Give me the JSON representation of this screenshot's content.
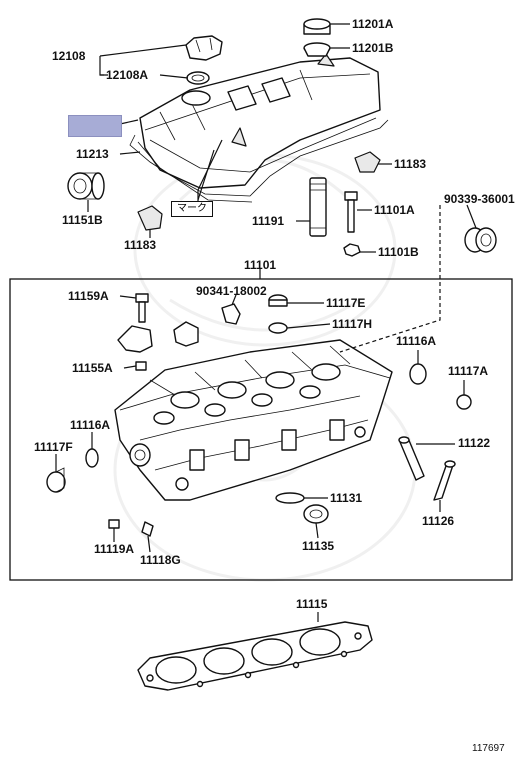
{
  "labels": {
    "p12108": "12108",
    "p12108A": "12108A",
    "p11201A": "11201A",
    "p11201B": "11201B",
    "p11213": "11213",
    "p11183_top": "11183",
    "p11151B": "11151B",
    "p11183_left": "11183",
    "p11191": "11191",
    "p11101A": "11101A",
    "p11101B": "11101B",
    "p90339": "90339-36001",
    "p11101": "11101",
    "p11159A": "11159A",
    "p90341": "90341-18002",
    "p11117E": "11117E",
    "p11117H": "11117H",
    "p11155A": "11155A",
    "p11116A_right": "11116A",
    "p11117A": "11117A",
    "p11116A_left": "11116A",
    "p11117F": "11117F",
    "p11122": "11122",
    "p11131": "11131",
    "p11126": "11126",
    "p11135": "11135",
    "p11119A": "11119A",
    "p11118G": "11118G",
    "p11115": "11115"
  },
  "mark_text": "マーク",
  "figure_id": "117697",
  "colors": {
    "highlight": "#a7acd6",
    "ink": "#111111"
  }
}
